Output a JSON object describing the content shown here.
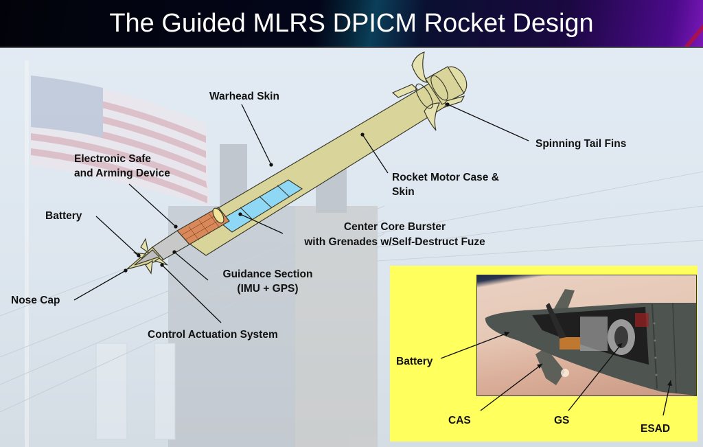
{
  "title": "The Guided MLRS DPICM Rocket Design",
  "colors": {
    "rocket_skin": "#d8d49a",
    "burster_blue": "#8fd8f5",
    "grenade_copper": "#d9885a",
    "inset_background": "#ffff5e",
    "label_text": "#111111"
  },
  "diagram": {
    "labels": {
      "warhead_skin": "Warhead Skin",
      "spinning_tail_fins": "Spinning Tail Fins",
      "esad_line1": "Electronic Safe",
      "esad_line2": "and Arming Device",
      "rocket_motor_line1": "Rocket Motor Case &",
      "rocket_motor_line2": "Skin",
      "battery": "Battery",
      "center_core_line1": "Center Core Burster",
      "center_core_line2": "with Grenades w/Self-Destruct Fuze",
      "guidance_line1": "Guidance Section",
      "guidance_line2": "(IMU + GPS)",
      "nose_cap": "Nose Cap",
      "control_actuation": "Control Actuation System"
    }
  },
  "inset": {
    "labels": {
      "battery": "Battery",
      "cas": "CAS",
      "gs": "GS",
      "esad": "ESAD"
    }
  }
}
